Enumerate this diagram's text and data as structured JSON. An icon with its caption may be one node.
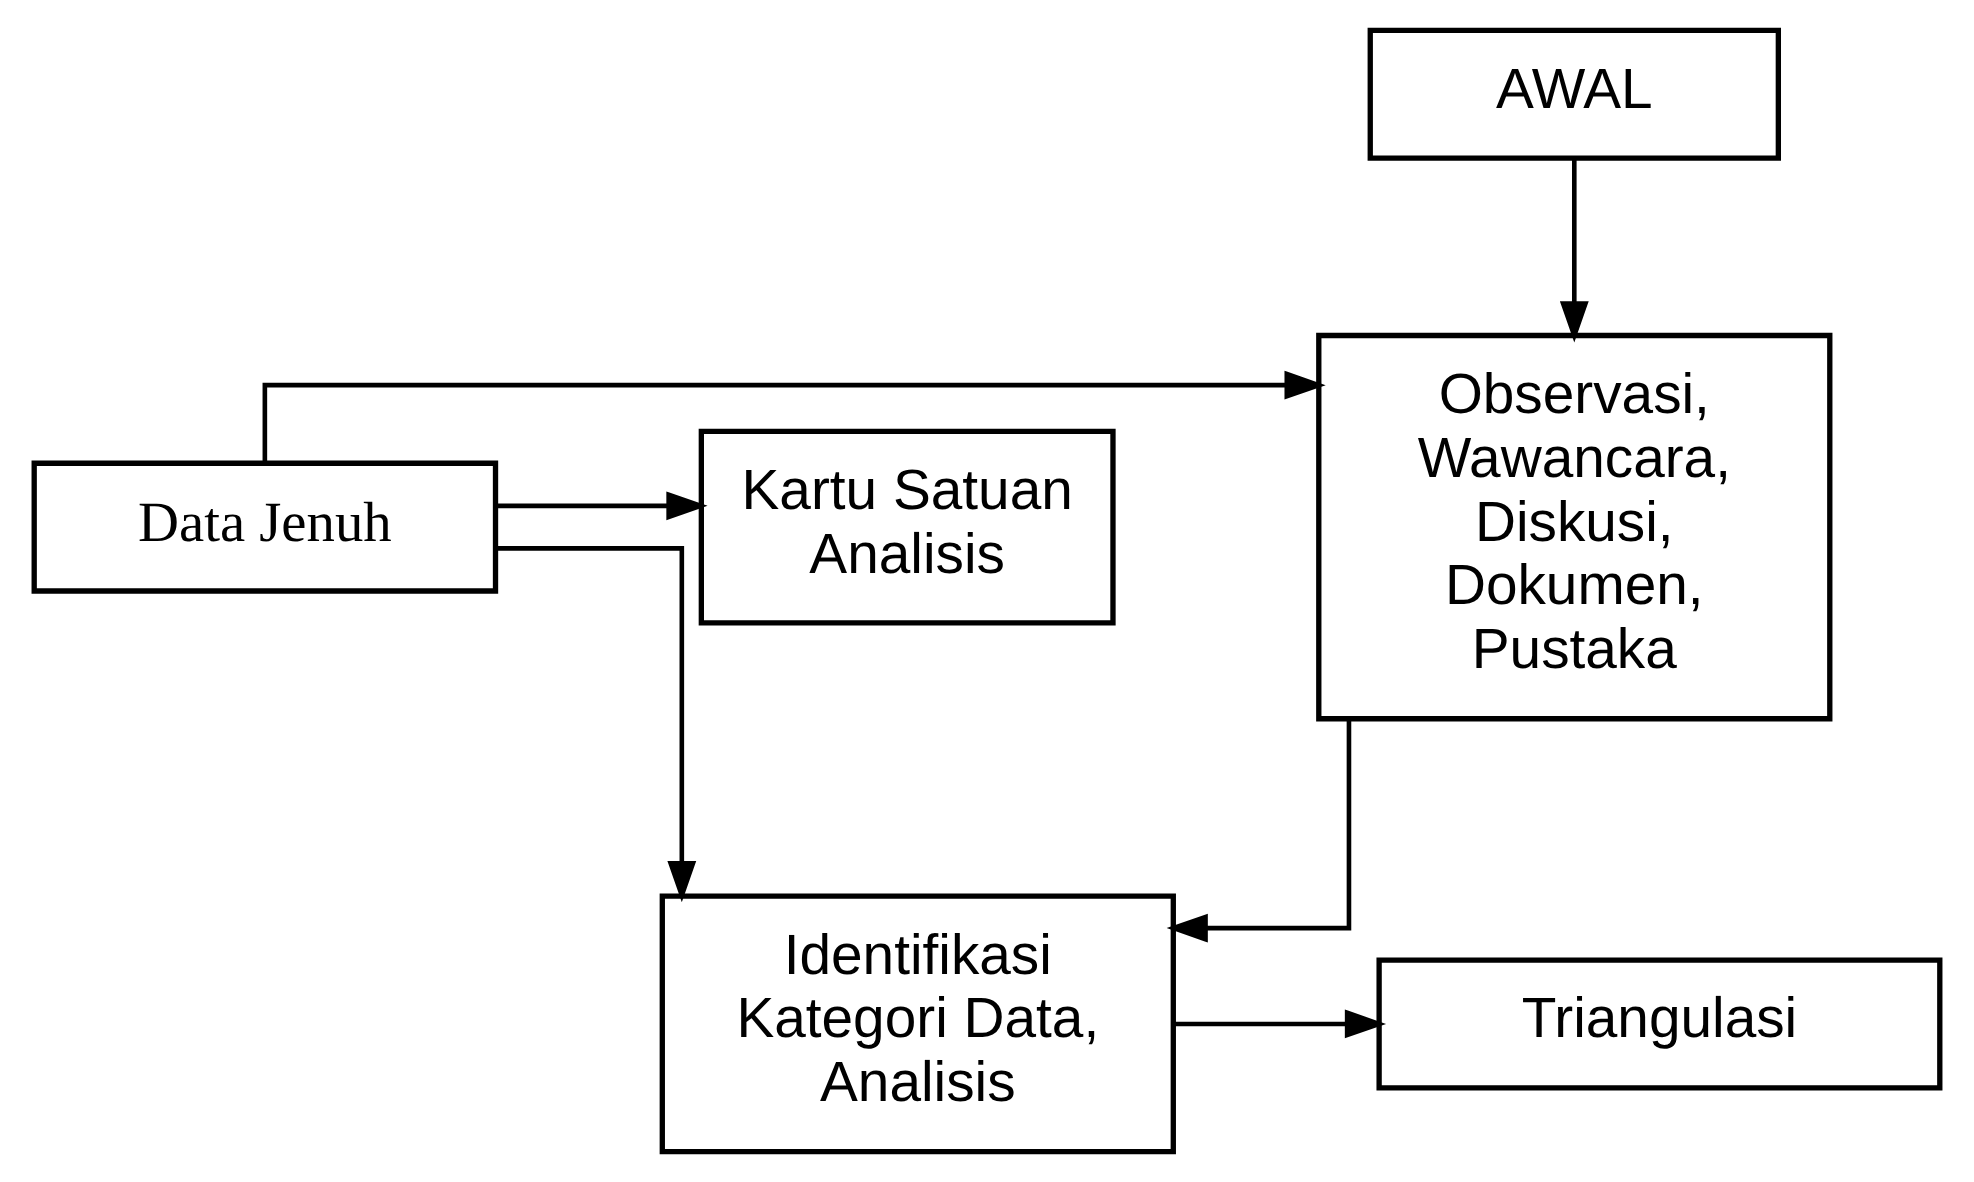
{
  "diagram": {
    "nodes": [
      {
        "text": [
          "AWAL"
        ]
      },
      {
        "text": [
          "Observasi, Wawancara, Diskusi, Dokumen, Pustaka"
        ]
      },
      {
        "text": [
          "Data Jenuh"
        ]
      },
      {
        "text": [
          "Kartu Satuan Analisis"
        ]
      },
      {
        "text": [
          "Identifikasi Kategori Data, Analisis"
        ]
      },
      {
        "text": [
          "Triangulasi"
        ]
      }
    ],
    "edges": [
      {
        "from": 0,
        "to": 1,
        "arrow": "to"
      },
      {
        "from": 2,
        "to": 1,
        "arrow": "to"
      },
      {
        "from": 2,
        "to": 3,
        "arrow": "to"
      },
      {
        "from": 1,
        "to": 4,
        "arrow": "to"
      },
      {
        "from": 2,
        "to": 4,
        "arrow": "to"
      },
      {
        "from": 4,
        "to": 5,
        "arrow": "to"
      }
    ]
  }
}
